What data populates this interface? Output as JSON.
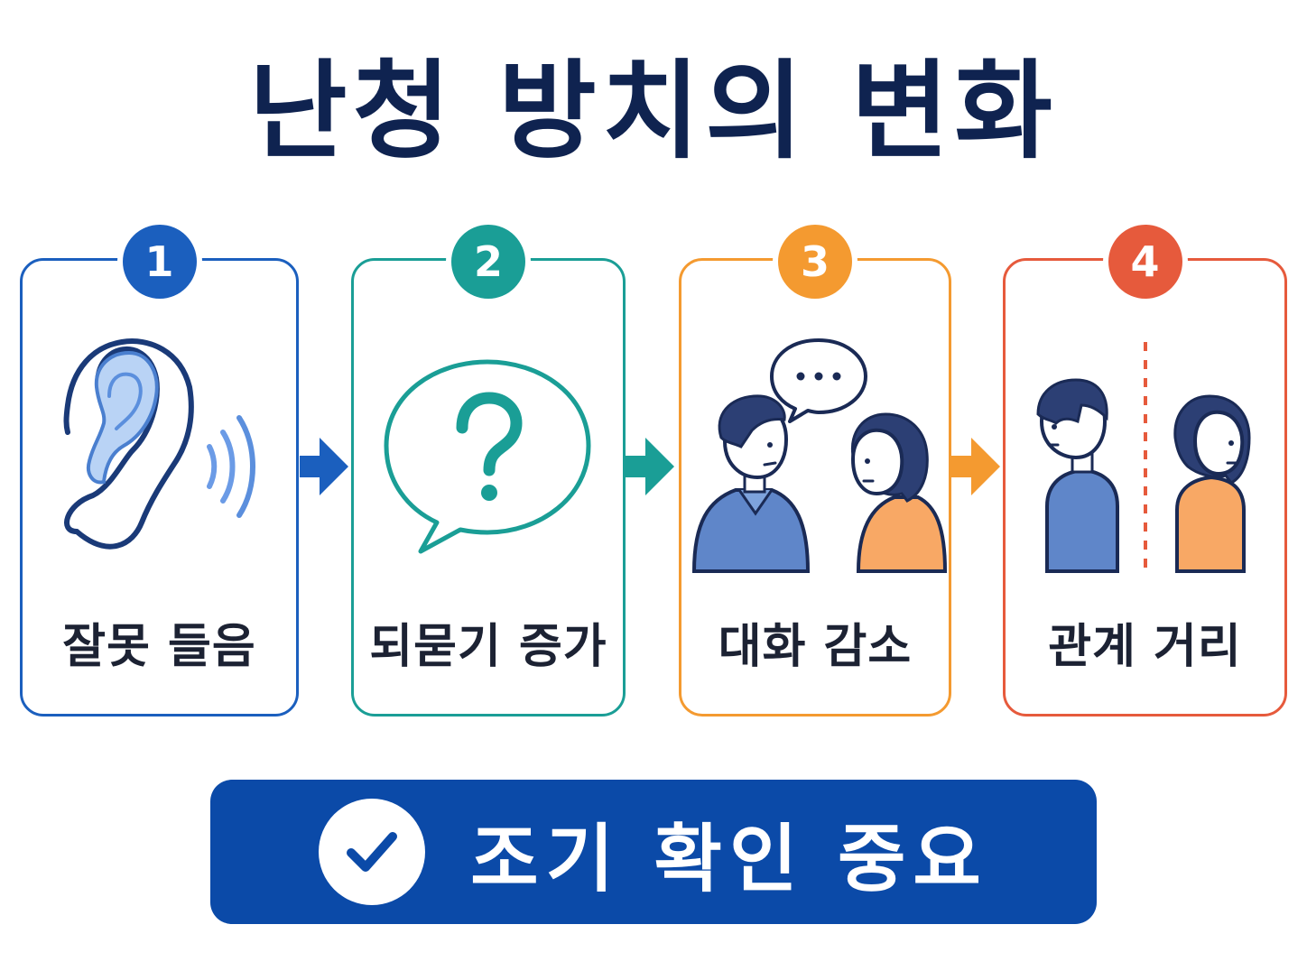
{
  "title": "난청 방치의 변화",
  "steps": [
    {
      "number": "1",
      "label": "잘못 들음",
      "color": "#1b5fbe",
      "icon": "ear-icon"
    },
    {
      "number": "2",
      "label": "되묻기 증가",
      "color": "#1a9e96",
      "icon": "question-bubble-icon"
    },
    {
      "number": "3",
      "label": "대화 감소",
      "color": "#f49a30",
      "icon": "conversation-people-icon"
    },
    {
      "number": "4",
      "label": "관계 거리",
      "color": "#e65a3c",
      "icon": "distanced-people-icon"
    }
  ],
  "banner": {
    "text": "조기 확인 중요",
    "color": "#0b4aa8",
    "icon": "check-circle-icon"
  }
}
